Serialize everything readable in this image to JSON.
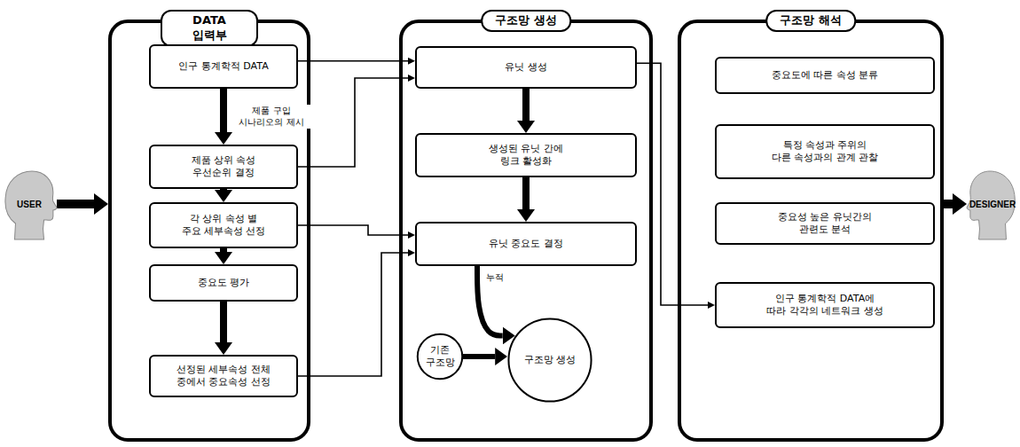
{
  "diagram": {
    "nodes": [
      {
        "text": [
          "USER"
        ]
      },
      {
        "text": [
          "DATA 입력부"
        ]
      },
      {
        "text": [
          "인구 통계학적 DATA"
        ],
        "in": 1
      },
      {
        "text": [
          "제품 상위 속성 우선순위 결정"
        ],
        "in": 1
      },
      {
        "text": [
          "각 상위 속성 별 주요 세부속성 선정"
        ],
        "in": 1
      },
      {
        "text": [
          "중요도 평가"
        ],
        "in": 1
      },
      {
        "text": [
          "선정된 세부속성 전체 중에서 중요속성 선정"
        ],
        "in": 1
      },
      {
        "text": [
          "구조망 생성"
        ]
      },
      {
        "text": [
          "유닛 생성"
        ],
        "in": 7
      },
      {
        "text": [
          "생성된 유닛 간에 링크 활성화"
        ],
        "in": 7
      },
      {
        "text": [
          "유닛 중요도 결정"
        ],
        "in": 7
      },
      {
        "text": [
          "기존 구조망"
        ],
        "in": 7
      },
      {
        "text": [
          "구조망 생성"
        ],
        "in": 7
      },
      {
        "text": [
          "구조망 해석"
        ]
      },
      {
        "text": [
          "중요도에 따른 속성 분류"
        ],
        "in": 13
      },
      {
        "text": [
          "특정 속성과 주위의 다른 속성과의 관계 관찰"
        ],
        "in": 13
      },
      {
        "text": [
          "중요성 높은 유닛간의 관련도 분석"
        ],
        "in": 13
      },
      {
        "text": [
          "인구 통계학적 DATA에 따라 각각의 네트워크 생성"
        ],
        "in": 13
      },
      {
        "text": [
          "DESIGNER"
        ]
      }
    ],
    "edges": [
      {
        "from": 0,
        "to": 1,
        "arrow": "to"
      },
      {
        "from": 2,
        "to": 3,
        "label": "제품 구입 시나리오의 제시",
        "arrow": "to"
      },
      {
        "from": 3,
        "to": 4,
        "arrow": "to"
      },
      {
        "from": 4,
        "to": 5,
        "arrow": "to"
      },
      {
        "from": 5,
        "to": 6,
        "arrow": "to"
      },
      {
        "from": 2,
        "to": 8,
        "arrow": "to"
      },
      {
        "from": 3,
        "to": 8,
        "arrow": "to"
      },
      {
        "from": 4,
        "to": 10,
        "arrow": "to"
      },
      {
        "from": 6,
        "to": 10,
        "arrow": "to"
      },
      {
        "from": 8,
        "to": 9,
        "arrow": "to"
      },
      {
        "from": 9,
        "to": 10,
        "arrow": "to"
      },
      {
        "from": 10,
        "to": 12,
        "label": "누적",
        "arrow": "to"
      },
      {
        "from": 11,
        "to": 12,
        "arrow": "to"
      },
      {
        "from": 8,
        "to": 17,
        "arrow": "to"
      },
      {
        "from": 13,
        "to": 18,
        "arrow": "to"
      }
    ]
  }
}
